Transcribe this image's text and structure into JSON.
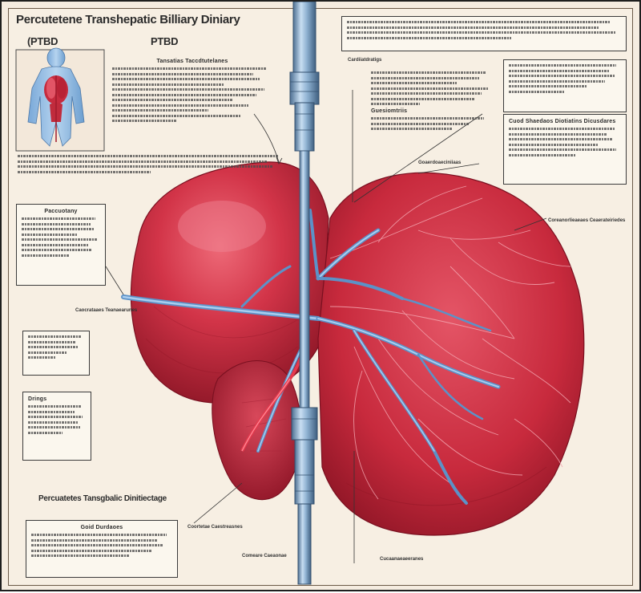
{
  "poster": {
    "title": "Percutetene Transhepatic Billiary Diniary",
    "subtitle_left": "(PTBD",
    "subtitle_center": "PTBD",
    "bottom_title": "Percuatetes Tansgbalic Dinitiectage"
  },
  "boxes": {
    "top_center_title": "Tansatias Taccdtutelanes",
    "top_right_label": "Cardiiatdratigs",
    "right_box_title": "Cuod Shaedaos    Diotiatins Dicusdares",
    "left_box_title": "Paccuotany",
    "lower_left_box_title": "Drings",
    "bottom_left_box_title": "Goid Durdaoes",
    "center_note_title": "Guesiomtriis",
    "right_mid_note": "Goaerdoaeciniiaas"
  },
  "labels": {
    "left_callout": "Caocrataaes Teanaearunes",
    "right_callout": "Coreanorlieaeaes Ceaerateiriedes",
    "bottom_center_callout": "Coortetae Caestreasnes",
    "bottom_right_callout": "Cucaanaeaeeranes",
    "bottom_mid_callout": "Comeare Caeaonae"
  },
  "colors": {
    "paper": "#f7efe3",
    "liver_red": "#c8283a",
    "liver_dark": "#8f1526",
    "vessel_blue": "#6fa4d6",
    "catheter_steel": "#7fa6c8",
    "text_dark": "#2b2b2b"
  }
}
